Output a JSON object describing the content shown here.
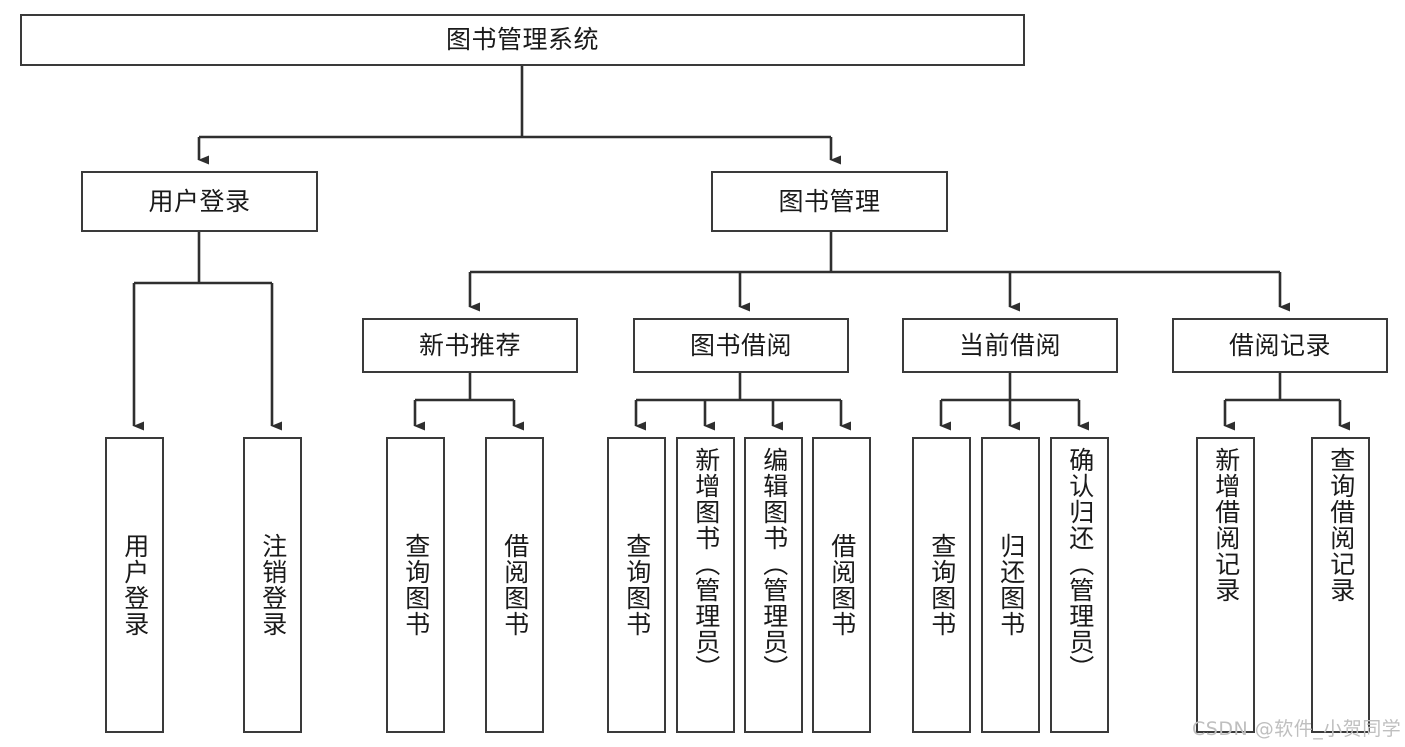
{
  "diagram": {
    "title": "图书管理系统",
    "type": "tree-hierarchy",
    "orientation": "top-down",
    "colors": {
      "node_border": "#3a3a3a",
      "node_fill": "#ffffff",
      "connector": "#2f2f2f",
      "text": "#1a1a1a",
      "watermark": "#bfbfbf"
    },
    "root": {
      "label": "图书管理系统"
    },
    "level2": [
      {
        "label": "用户登录"
      },
      {
        "label": "图书管理"
      }
    ],
    "level3": [
      {
        "label": "新书推荐"
      },
      {
        "label": "图书借阅"
      },
      {
        "label": "当前借阅"
      },
      {
        "label": "借阅记录"
      }
    ],
    "leaves": {
      "user_login": [
        {
          "label": "用户登录"
        },
        {
          "label": "注销登录"
        }
      ],
      "new_book_recommend": [
        {
          "label": "查询图书"
        },
        {
          "label": "借阅图书"
        }
      ],
      "book_borrow": [
        {
          "label": "查询图书"
        },
        {
          "label": "新增图书（管理员）"
        },
        {
          "label": "编辑图书（管理员）"
        },
        {
          "label": "借阅图书"
        }
      ],
      "current_borrow": [
        {
          "label": "查询图书"
        },
        {
          "label": "归还图书"
        },
        {
          "label": "确认归还（管理员）"
        }
      ],
      "borrow_record": [
        {
          "label": "新增借阅记录"
        },
        {
          "label": "查询借阅记录"
        }
      ]
    }
  },
  "watermark": {
    "text": "CSDN @软件_小贺同学"
  }
}
